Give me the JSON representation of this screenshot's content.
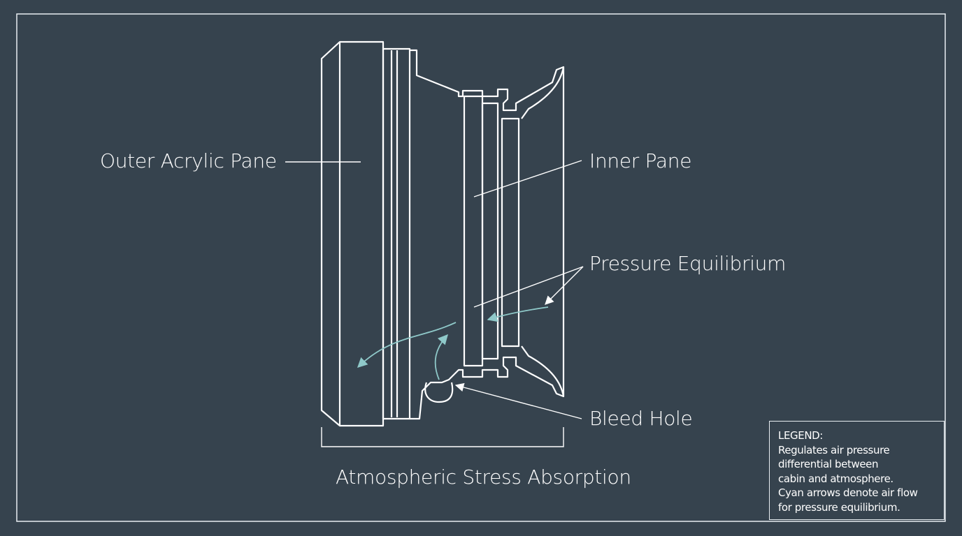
{
  "labels": {
    "outer_pane": "Outer Acrylic Pane",
    "inner_pane": "Inner Pane",
    "pressure": "Pressure Equilibrium",
    "bleed_hole": "Bleed Hole",
    "stress": "Atmospheric Stress Absorption"
  },
  "legend": {
    "title": "LEGEND:",
    "lines": [
      "Regulates air pressure",
      "differential between",
      "cabin and atmosphere.",
      "Cyan arrows denote air flow",
      "for pressure equilibrium."
    ]
  },
  "colors": {
    "background": "#36434e",
    "line": "#ffffff",
    "airflow": "#8fc9c9"
  }
}
